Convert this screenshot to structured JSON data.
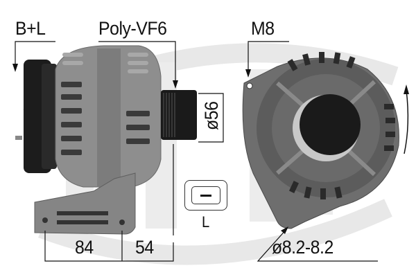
{
  "labels": {
    "terminal": "B+L",
    "pulley": "Poly-VF6",
    "thread": "M8",
    "pulley_diameter": "ø56",
    "mount_left": "84",
    "mount_right": "54",
    "regulator_code": "L",
    "hole_diameter": "ø8.2-8.2"
  },
  "icons": {
    "regulator_symbol": "minus-in-rounded-box",
    "rotation": "clockwise-arc-arrow",
    "watermark": "era-logo"
  },
  "colors": {
    "background": "#ffffff",
    "watermark": "#e6e6e6",
    "body_gray": "#8a8a8a",
    "dark": "#1a1a1a",
    "text": "#111111"
  }
}
